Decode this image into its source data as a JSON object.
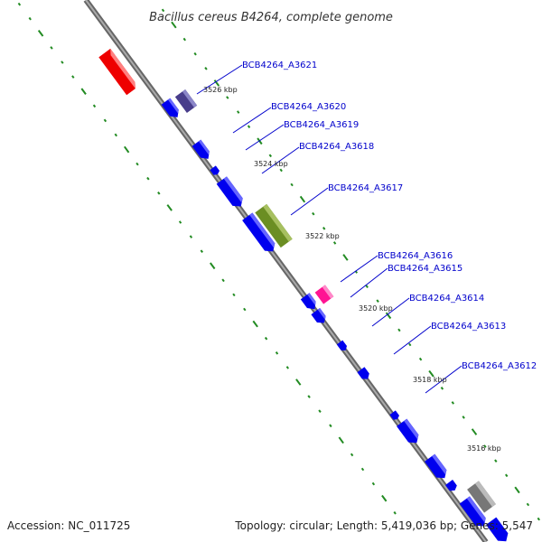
{
  "title": "Bacillus cereus B4264, complete genome",
  "footer": {
    "accession": "Accession: NC_011725",
    "summary": "Topology: circular; Length: 5,419,036 bp; Genes: 5,547"
  },
  "colors": {
    "backbone": "#888888",
    "tick": "#228B22",
    "gene": "#0000ee",
    "label": "#0000cc",
    "red": "#ee0000",
    "purple": "#483d8b",
    "olive": "#6b8e23",
    "magenta": "#ff1493",
    "gray": "#777777"
  },
  "kbp_labels": [
    "3526 kbp",
    "3524 kbp",
    "3522 kbp",
    "3520 kbp",
    "3518 kbp",
    "3516 kbp"
  ],
  "gene_labels": [
    "BCB4264_A3621",
    "BCB4264_A3620",
    "BCB4264_A3619",
    "BCB4264_A3618",
    "BCB4264_A3617",
    "BCB4264_A3616",
    "BCB4264_A3615",
    "BCB4264_A3614",
    "BCB4264_A3613",
    "BCB4264_A3612"
  ]
}
